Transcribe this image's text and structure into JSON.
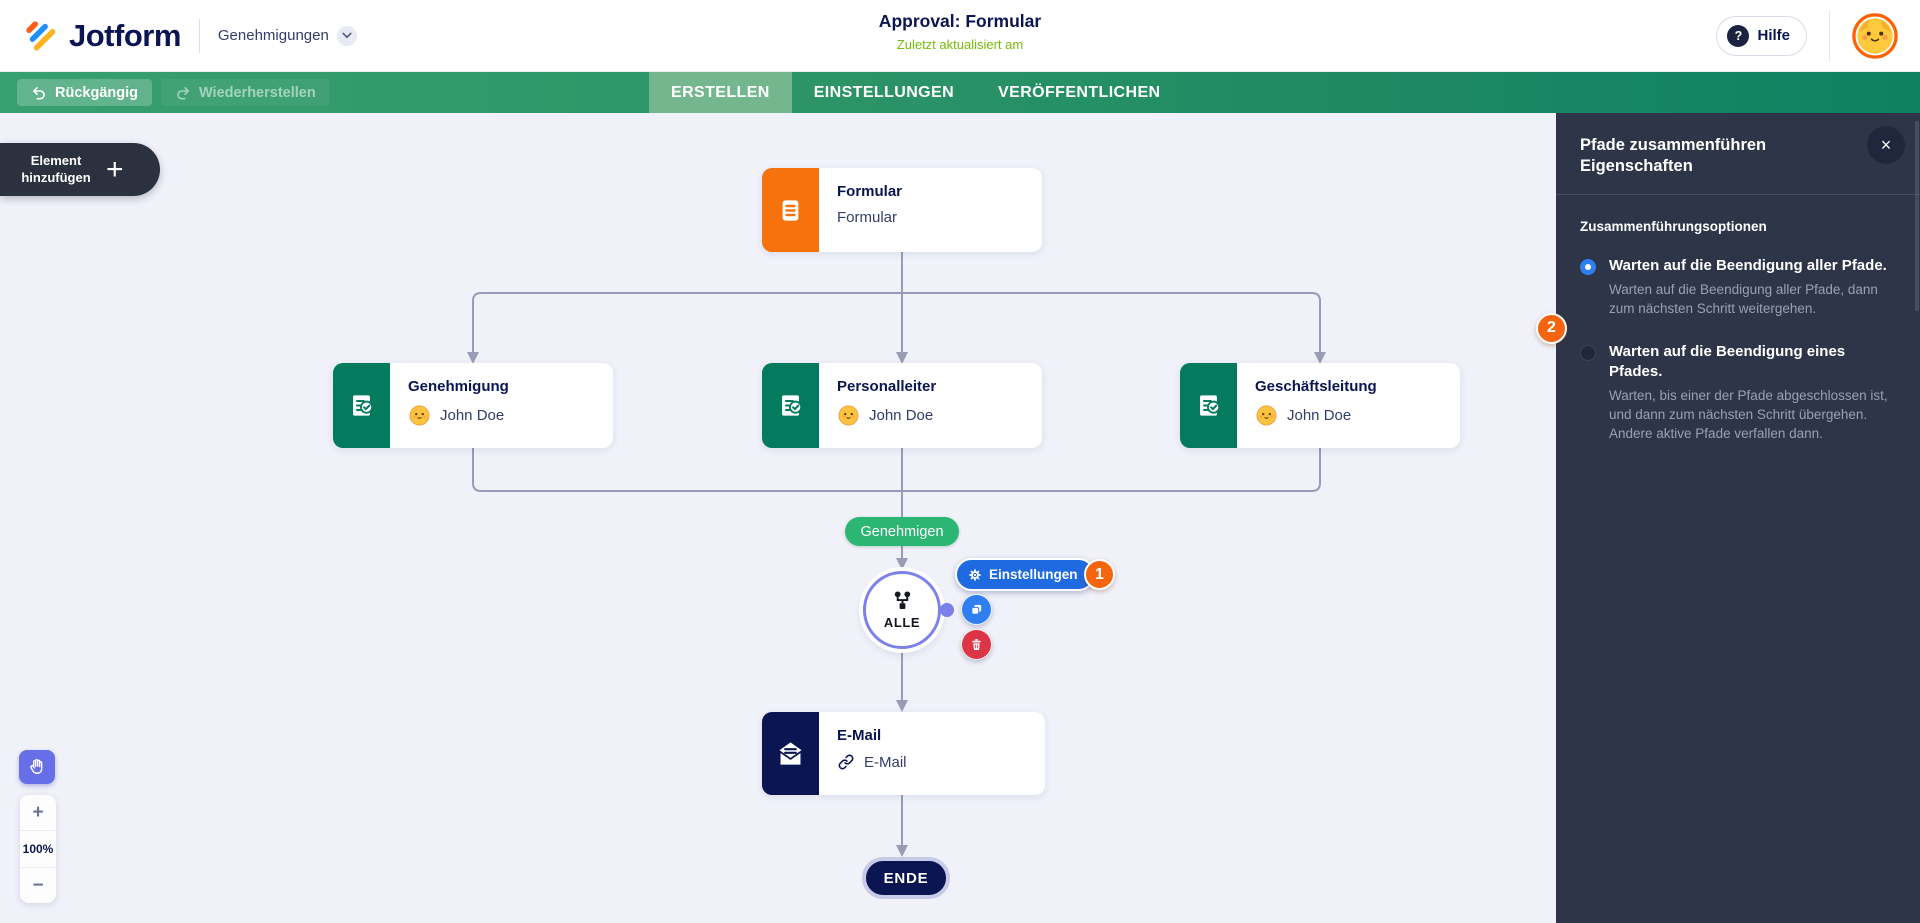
{
  "header": {
    "brand": "Jotform",
    "nav_label": "Genehmigungen",
    "title": "Approval: Formular",
    "subtitle": "Zuletzt aktualisiert am",
    "help_icon": "?",
    "help_label": "Hilfe"
  },
  "toolbar": {
    "undo_label": "Rückgängig",
    "redo_label": "Wiederherstellen",
    "tabs": [
      {
        "label": "ERSTELLEN",
        "active": true
      },
      {
        "label": "EINSTELLUNGEN",
        "active": false
      },
      {
        "label": "VERÖFFENTLICHEN",
        "active": false
      }
    ]
  },
  "canvas": {
    "add_element_label": "Element hinzufügen",
    "add_element_plus": "+",
    "zoom_in": "+",
    "zoom_level": "100%",
    "zoom_out": "−"
  },
  "flow": {
    "form_node": {
      "title": "Formular",
      "subtitle": "Formular"
    },
    "approval_nodes": [
      {
        "title": "Genehmigung",
        "assignee": "John Doe"
      },
      {
        "title": "Personalleiter",
        "assignee": "John Doe"
      },
      {
        "title": "Geschäftsleitung",
        "assignee": "John Doe"
      }
    ],
    "branch_label": "Genehmigen",
    "merge_node": {
      "label": "ALLE"
    },
    "merge_settings_button": "Einstellungen",
    "badge_1": "1",
    "email_node": {
      "title": "E-Mail",
      "link_label": "E-Mail"
    },
    "end_label": "ENDE"
  },
  "panel": {
    "title_line1": "Pfade zusammenführen",
    "title_line2": "Eigenschaften",
    "close_icon": "×",
    "section_title": "Zusammenführungsoptionen",
    "badge_2": "2",
    "options": [
      {
        "label": "Warten auf die Beendigung aller Pfade.",
        "description": "Warten auf die Beendigung aller Pfade, dann zum nächsten Schritt weitergehen.",
        "selected": true
      },
      {
        "label": "Warten auf die Beendigung eines Pfades.",
        "description": "Warten, bis einer der Pfade abgeschlossen ist, und dann zum nächsten Schritt übergehen. Andere aktive Pfade verfallen dann.",
        "selected": false
      }
    ]
  },
  "colors": {
    "brand_navy": "#0a1551",
    "toolbar_green": "#2b9366",
    "active_tab_green": "#74b78e",
    "success_green": "#78bb07",
    "badge_green": "#2cb673",
    "node_orange": "#f6720c",
    "node_teal": "#047a5e",
    "accent_orange": "#f5640f",
    "accent_blue": "#2e7ff0",
    "accent_violet": "#7c81ea",
    "accent_red": "#dc3545",
    "panel_bg": "#2f3548",
    "canvas_bg": "#f0f1f9"
  },
  "icons": {
    "brand": "jotform-logo",
    "nav": "chevron-down-icon",
    "help": "question-icon",
    "undo": "undo-icon",
    "redo": "redo-icon",
    "form": "form-icon",
    "approval": "approval-check-icon",
    "email": "envelope-icon",
    "link": "link-icon",
    "merge": "merge-paths-icon",
    "settings": "gear-icon",
    "copy": "copy-icon",
    "delete": "trash-icon",
    "pan": "hand-icon",
    "close": "close-icon"
  }
}
